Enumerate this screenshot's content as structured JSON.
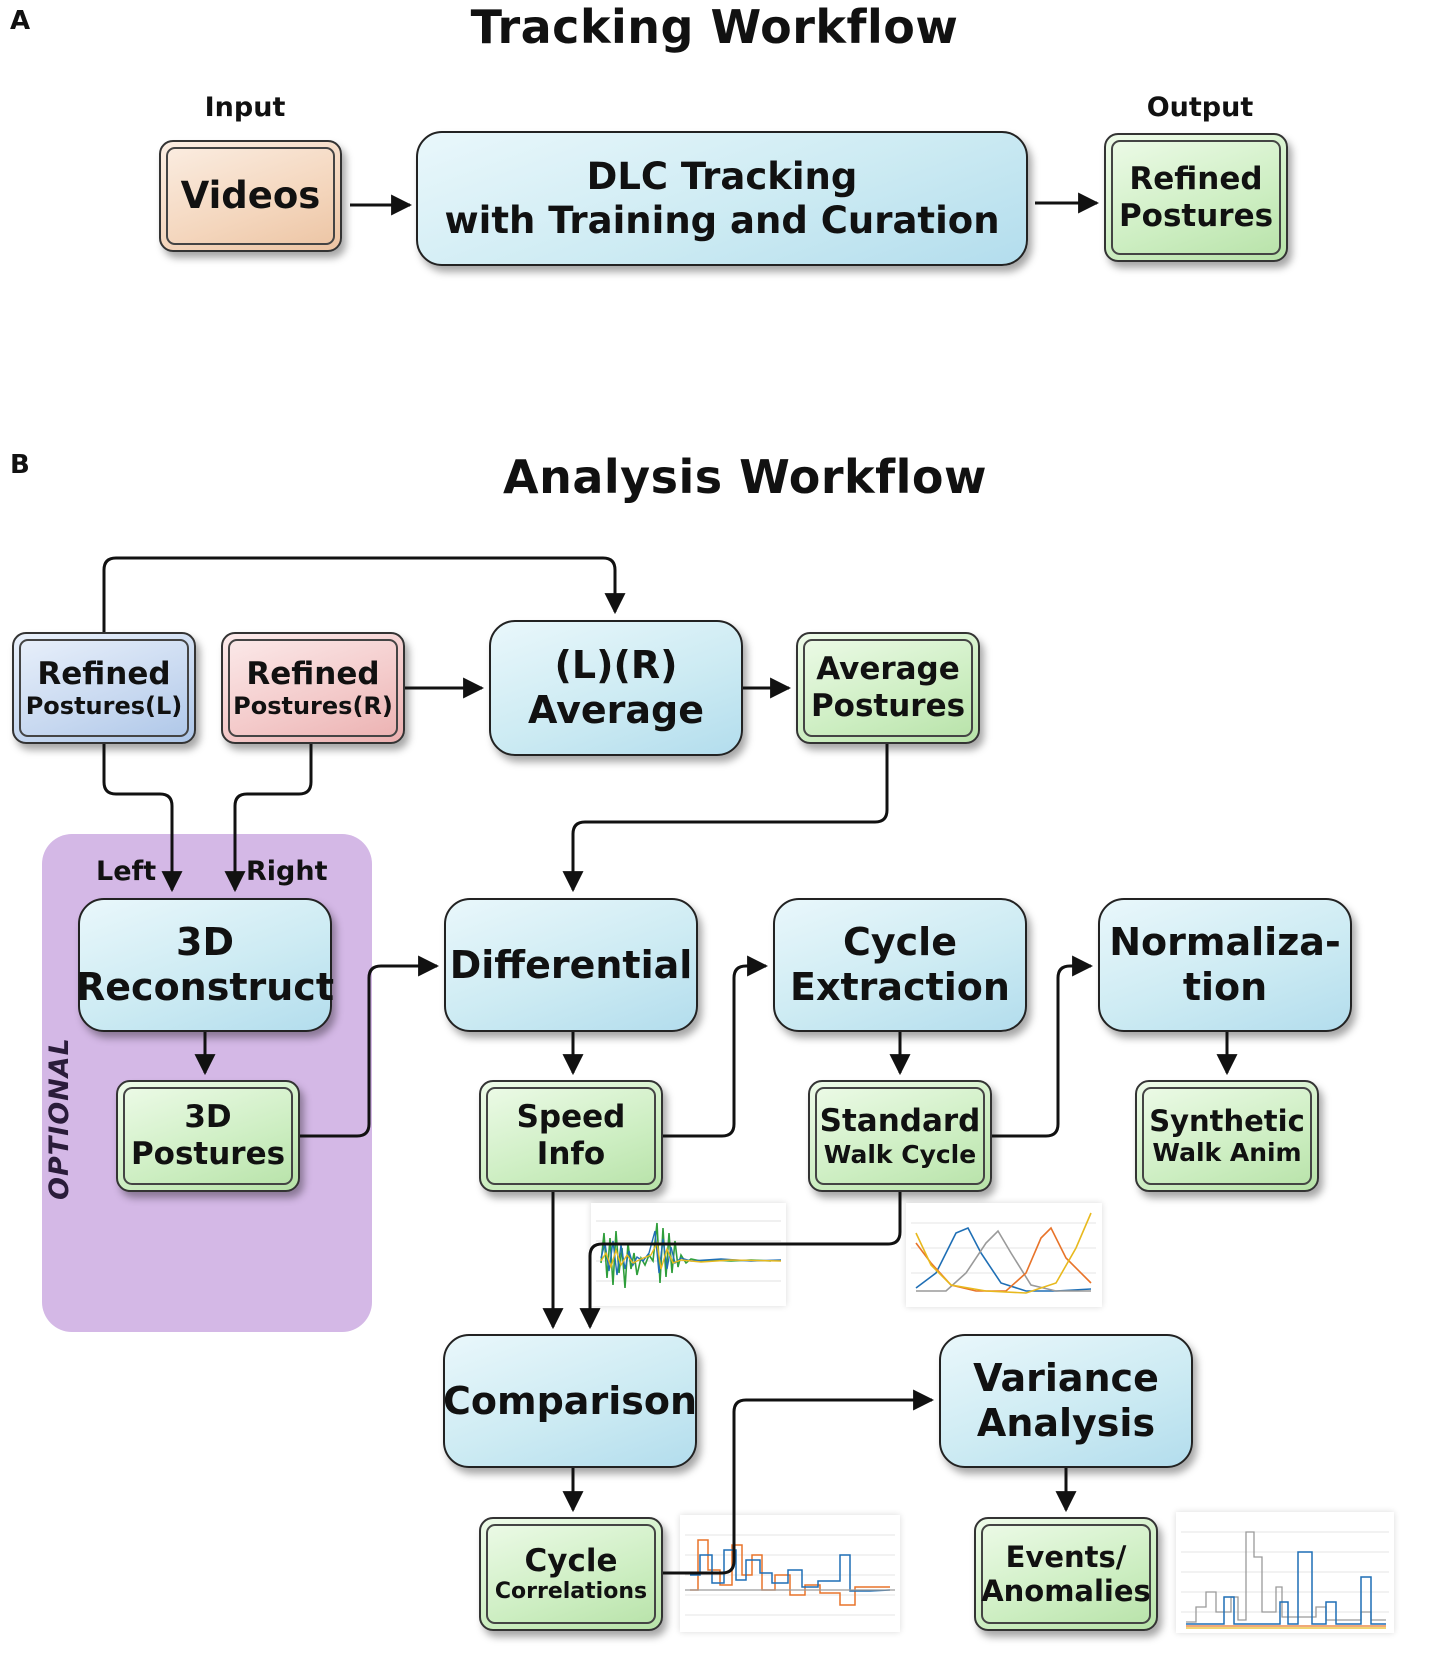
{
  "panel_a": {
    "letter": "A",
    "title": "Tracking Workflow",
    "input_label": "Input",
    "output_label": "Output",
    "videos": "Videos",
    "dlc_line1": "DLC Tracking",
    "dlc_line2": "with Training and Curation",
    "refined_line1": "Refined",
    "refined_line2": "Postures"
  },
  "panel_b": {
    "letter": "B",
    "title": "Analysis Workflow",
    "refined_l_line1": "Refined",
    "refined_l_line2": "Postures(L)",
    "refined_r_line1": "Refined",
    "refined_r_line2": "Postures(R)",
    "lr_avg_line1": "(L)(R)",
    "lr_avg_line2": "Average",
    "avg_postures_line1": "Average",
    "avg_postures_line2": "Postures",
    "left_label": "Left",
    "right_label": "Right",
    "recon_line1": "3D",
    "recon_line2": "Reconstruct",
    "postures3d_line1": "3D",
    "postures3d_line2": "Postures",
    "optional": "OPTIONAL",
    "differential": "Differential",
    "speed_line1": "Speed",
    "speed_line2": "Info",
    "cycle_line1": "Cycle",
    "cycle_line2": "Extraction",
    "std_line1": "Standard",
    "std_line2": "Walk Cycle",
    "norm_line1": "Normaliza-",
    "norm_line2": "tion",
    "synth_line1": "Synthetic",
    "synth_line2": "Walk Anim",
    "comparison": "Comparison",
    "variance_line1": "Variance",
    "variance_line2": "Analysis",
    "cyccorr_line1": "Cycle",
    "cyccorr_line2": "Correlations",
    "events_line1": "Events/",
    "events_line2": "Anomalies"
  },
  "colors": {
    "process_fill": "#cdebf3",
    "data_green": "#cdeec2",
    "data_orange": "#f4d6bd",
    "data_blue": "#c7d8f0",
    "data_red": "#f3c9c9",
    "optional_region": "#d4b8e6"
  }
}
